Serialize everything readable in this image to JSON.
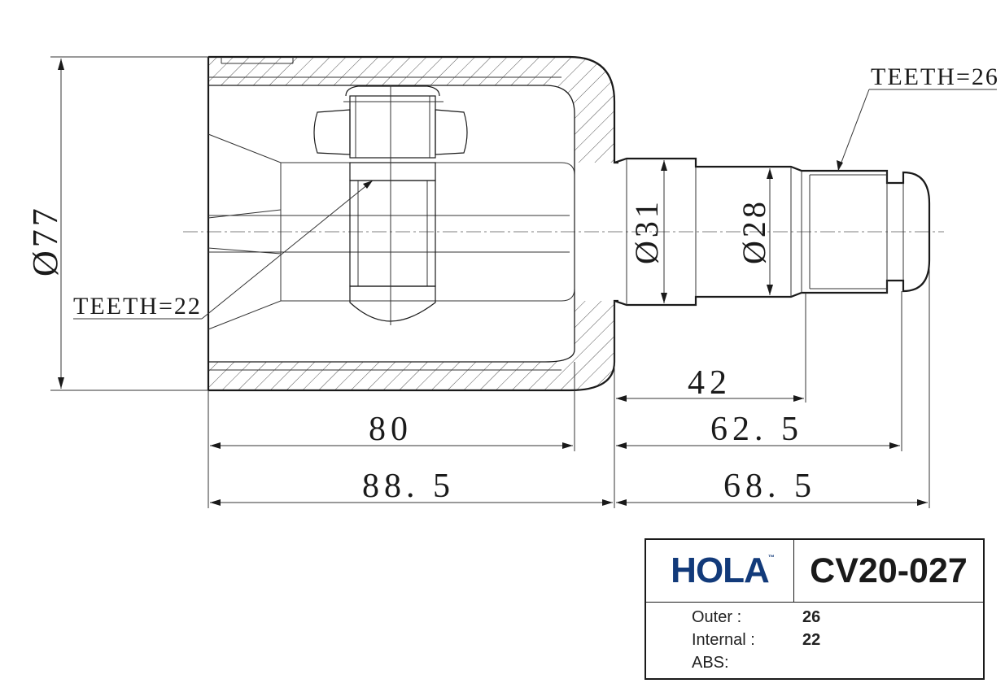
{
  "annotations": {
    "outer_teeth": "TEETH=26",
    "inner_teeth": "TEETH=22"
  },
  "dimensions": {
    "dia_77": "Ø77",
    "dia_31": "Ø31",
    "dia_28": "Ø28",
    "len_42": "42",
    "len_80": "80",
    "len_62_5": "62. 5",
    "len_88_5": "88. 5",
    "len_68_5": "68. 5"
  },
  "title_block": {
    "brand": "HOLA",
    "brand_tm": "™",
    "part_number": "CV20-027",
    "specs": [
      {
        "label": "Outer :",
        "value": "26"
      },
      {
        "label": "Internal :",
        "value": "22"
      },
      {
        "label": "ABS:",
        "value": ""
      }
    ]
  },
  "colors": {
    "brand": "#123a7a",
    "line": "#1a1a1a"
  }
}
